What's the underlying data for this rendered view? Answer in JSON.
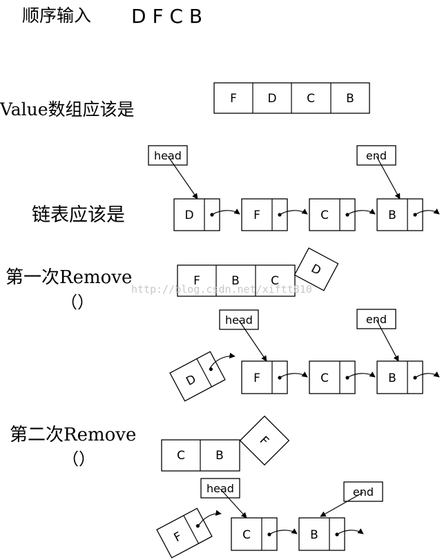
{
  "title": {
    "prefix": "顺序输入",
    "sequence": "D F C B"
  },
  "value_array": {
    "label": "Value数组应该是",
    "cells": [
      "F",
      "D",
      "C",
      "B"
    ]
  },
  "linked_list": {
    "label": "链表应该是",
    "head": "head",
    "end": "end",
    "nodes": [
      "D",
      "F",
      "C",
      "B"
    ]
  },
  "remove1": {
    "label_line1": "第一次Remove",
    "label_line2": "（）",
    "array": [
      "F",
      "B",
      "C"
    ],
    "removed_cell": "D",
    "removed_node": "D",
    "head": "head",
    "end": "end",
    "nodes": [
      "F",
      "C",
      "B"
    ]
  },
  "remove2": {
    "label_line1": "第二次Remove",
    "label_line2": "（）",
    "array": [
      "C",
      "B"
    ],
    "removed_cell": "F",
    "removed_node": "F",
    "head": "head",
    "end": "end",
    "nodes": [
      "C",
      "B"
    ]
  },
  "watermark": "http://blog.csdn.net/xiftt810"
}
